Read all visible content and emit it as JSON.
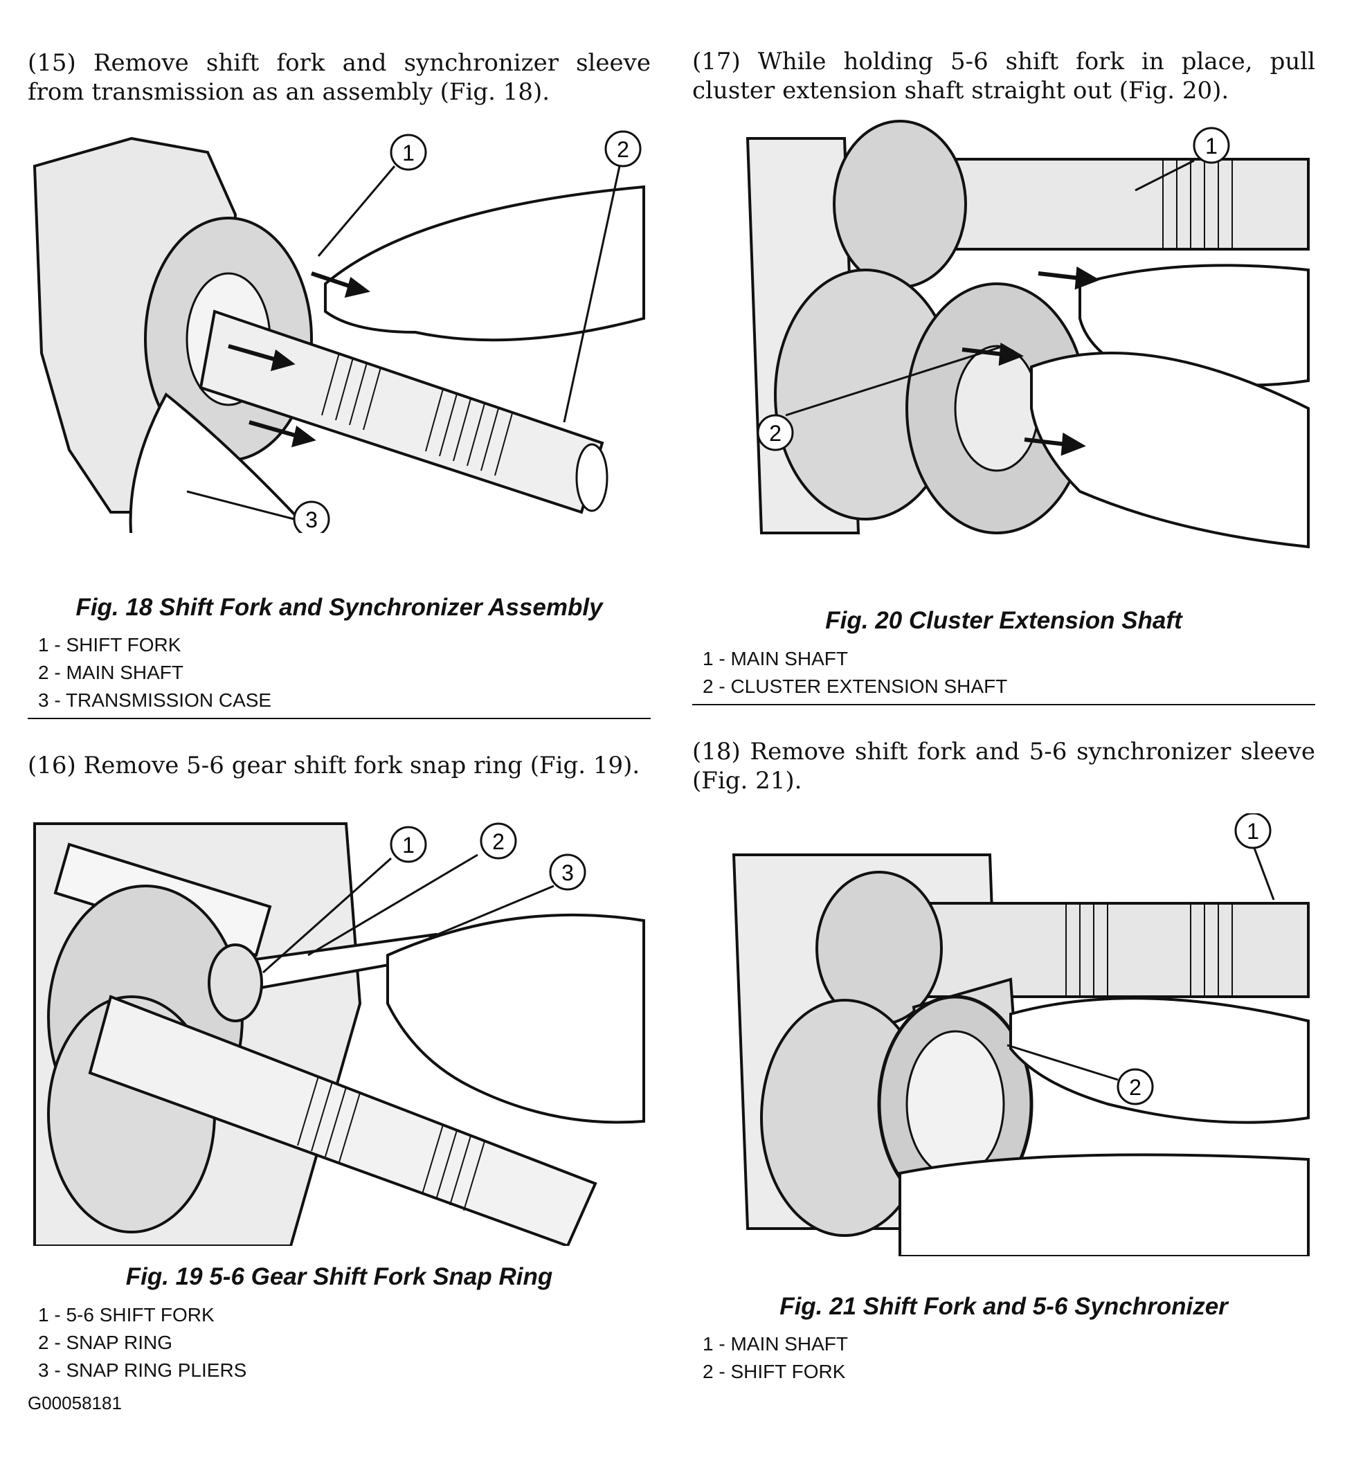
{
  "left_column": {
    "step15": "(15) Remove shift fork and synchronizer sleeve from transmission as an assembly (Fig. 18).",
    "fig18": {
      "callouts": [
        "1",
        "2",
        "3"
      ],
      "caption": "Fig. 18 Shift Fork and Synchronizer Assembly",
      "legend": [
        "1 - SHIFT FORK",
        "2 - MAIN SHAFT",
        "3 - TRANSMISSION CASE"
      ]
    },
    "step16": "(16) Remove 5-6 gear shift fork snap ring (Fig. 19).",
    "fig19": {
      "callouts": [
        "1",
        "2",
        "3"
      ],
      "caption": "Fig. 19 5-6 Gear Shift Fork Snap Ring",
      "legend": [
        "1 - 5-6 SHIFT FORK",
        "2 - SNAP RING",
        "3 - SNAP RING PLIERS"
      ]
    },
    "doc_id": "G00058181"
  },
  "right_column": {
    "step17": "(17) While holding 5-6 shift fork in place, pull cluster extension shaft straight out (Fig. 20).",
    "fig20": {
      "callouts": [
        "1",
        "2"
      ],
      "caption": "Fig. 20 Cluster Extension Shaft",
      "legend": [
        "1 - MAIN SHAFT",
        "2 - CLUSTER EXTENSION SHAFT"
      ]
    },
    "step18": "(18) Remove shift fork and 5-6 synchronizer sleeve (Fig. 21).",
    "fig21": {
      "callouts": [
        "1",
        "2"
      ],
      "caption": "Fig. 21 Shift Fork and 5-6 Synchronizer",
      "legend": [
        "1 - MAIN SHAFT",
        "2 - SHIFT FORK"
      ]
    }
  }
}
